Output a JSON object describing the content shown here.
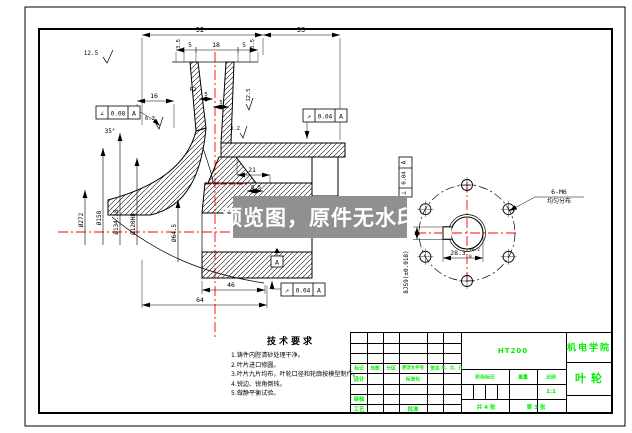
{
  "watermark": {
    "text": "预览图，原件无水印"
  },
  "colors": {
    "accent_green": "#00ee00",
    "centerline_red": "#ff0000",
    "watermark_bg": "#909090",
    "watermark_text": "#ffffff"
  },
  "main_dims": {
    "top1": "52",
    "top2": "33",
    "t35a": "3.5",
    "t5a": "5",
    "t18": "18",
    "t5b": "5",
    "t35b": "3.5",
    "d16": "16",
    "d5c": "5",
    "d5d": "5",
    "r2": "R2",
    "d21": "21",
    "d85": "8.5",
    "d46": "46",
    "d64": "64",
    "dia272": "Ø272",
    "dia158": "Ø158",
    "dia13418": "Ø134.18",
    "dia120": "Ø120H8",
    "dia645": "Ø64.5",
    "ang35": "35°",
    "ra125_top": "12.5",
    "ra125_blade": "12.5",
    "ra32_a": "3.2",
    "ra63": "6.3"
  },
  "fcf": {
    "f1_sym": "∠",
    "f1_tol": "0.08",
    "f1_datum": "A",
    "f2_sym": "↗",
    "f2_tol": "0.04",
    "f2_datum": "A",
    "f3_sym": "↗",
    "f3_tol": "0.04",
    "f3_datum": "A",
    "datum": "A",
    "cv_sym": "⊥",
    "cv_tol": "0.04",
    "cv_datum": "A"
  },
  "circle_view": {
    "note1": "6-M6",
    "note2": "均匀分布",
    "key_width": "8JS9(±0.018)",
    "key_depth": "28.3",
    "tol_up": "+0.2",
    "tol_dn": "0"
  },
  "tech_req": {
    "title": "技术要求",
    "lines": [
      "1.铸件内腔清砂处理干净。",
      "2.叶片进口修圆。",
      "3.叶片九片均布，叶轮口径和轮廓按模型制作。",
      "4.锐边、锐角倒钝。",
      "5.做静平衡试验。"
    ]
  },
  "title_block": {
    "material": "HT200",
    "org": "机电学院",
    "part": "叶轮",
    "cols": [
      "标记",
      "处数",
      "分区",
      "更改文件号",
      "签名",
      "年、月、日"
    ],
    "r_design": "设计",
    "r_std": "标准化",
    "r_check": "审核",
    "r_proc": "工艺",
    "r_appr": "批准",
    "stage": "阶段标记",
    "weight": "重量",
    "scale": "比例",
    "scale_val": "1:1",
    "sheets": "共 4 张",
    "sheet_no": "第 3 张"
  }
}
